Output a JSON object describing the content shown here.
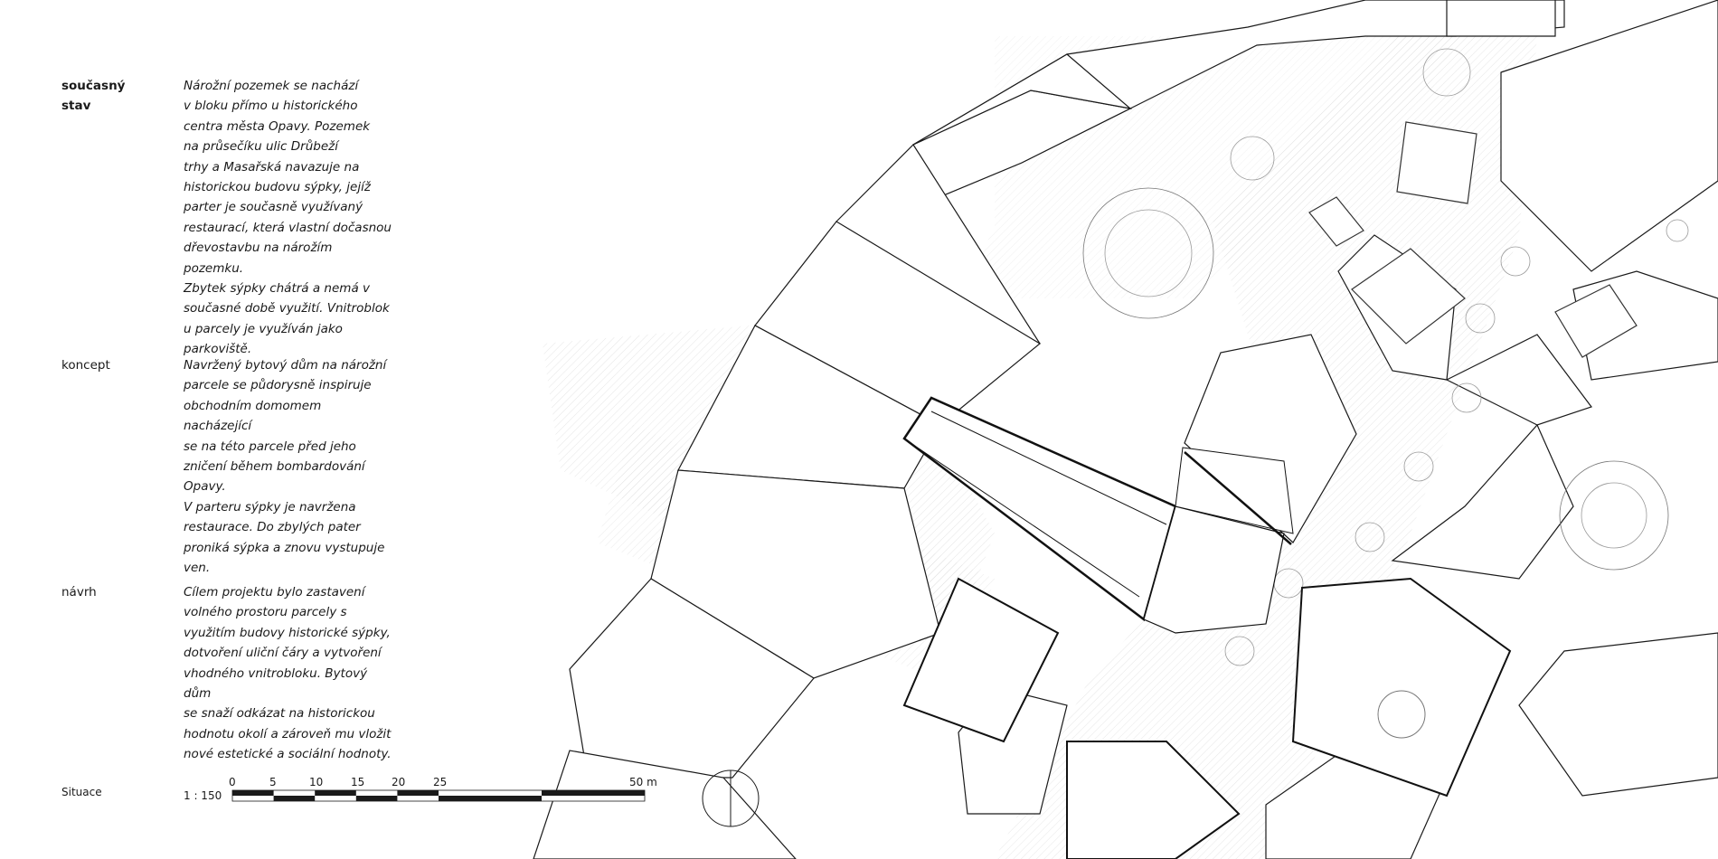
{
  "sections": [
    {
      "label": "současný\nstav",
      "text": "Nárožní pozemek se nachází\nv bloku přímo u historického\ncentra města Opavy. Pozemek\nna průsečíku ulic Drůbeží\ntrhy a Masařská navazuje na\nhistorickou budovu sýpky, jejíž\nparter je současně využívaný\nrestaurací, která vlastní dočasnou\ndřevostavbu na nárožím pozemku.\nZbytek sýpky chátrá a nemá v\nsoučasné době využití. Vnitroblok\nu parcely je využíván jako\nparkoviště."
    },
    {
      "label": "koncept",
      "text": "Navržený bytový dům na nárožní\nparcele se půdorysně inspiruje\nobchodním domomem nacházející\nse na této parcele před jeho\nzničení během bombardování\nOpavy.\nV parteru sýpky je navržena\nrestaurace. Do zbylých pater\nproniká sýpka a znovu vystupuje\nven."
    },
    {
      "label": "návrh",
      "text": "Cílem projektu bylo zastavení\nvolného prostoru parcely s\nvyužitím budovy historické sýpky,\ndotvoření uliční čáry a vytvoření\nvhodného vnitrobloku. Bytový dům\nse snaží odkázat na historickou\nhodnotu okolí a zároveň mu vložit\nnové estetické a sociální hodnoty."
    }
  ],
  "scale": {
    "caption": "Situace",
    "ratio": "1 : 150",
    "ticks": [
      "0",
      "5",
      "10",
      "15",
      "20",
      "25",
      "50 m"
    ]
  }
}
